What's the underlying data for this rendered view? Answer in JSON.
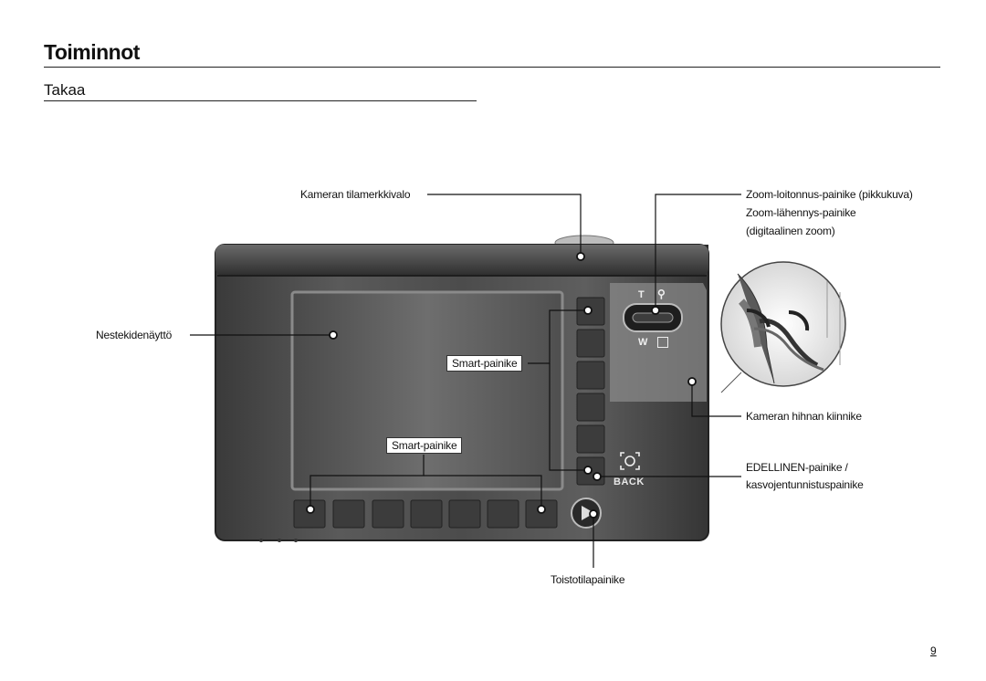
{
  "page": {
    "title": "Toiminnot",
    "subtitle": "Takaa",
    "page_number": "9"
  },
  "labels": {
    "status_lamp": "Kameran tilamerkkivalo",
    "lcd": "Nestekidenäyttö",
    "smart_button_right": "Smart-painike",
    "smart_button_bottom": "Smart-painike",
    "zoom_out": "Zoom-loitonnus-painike (pikkukuva)",
    "zoom_in": "Zoom-lähennys-painike",
    "digital_zoom": "(digitaalinen zoom)",
    "strap_eyelet": "Kameran hihnan kiinnike",
    "back_button_1": "EDELLINEN-painike /",
    "back_button_2": "kasvojentunnistuspainike",
    "play_button": "Toistotilapainike"
  },
  "camera_markings": {
    "tele": "T",
    "wide": "W",
    "back": "BACK"
  },
  "colors": {
    "body": "#4a4a4a",
    "body_dark": "#2e2e2e",
    "screen": "#5c5c5c"
  }
}
